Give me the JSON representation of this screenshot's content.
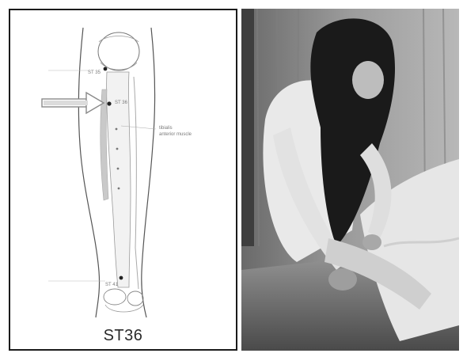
{
  "diagram": {
    "caption": "ST36",
    "point_upper_label": "ST 35",
    "point_mid_label": "ST 36",
    "point_lower_label": "ST 41",
    "muscle_label_line1": "tibialis",
    "muscle_label_line2": "anterior muscle"
  },
  "photo": {
    "tone": "grayscale"
  }
}
